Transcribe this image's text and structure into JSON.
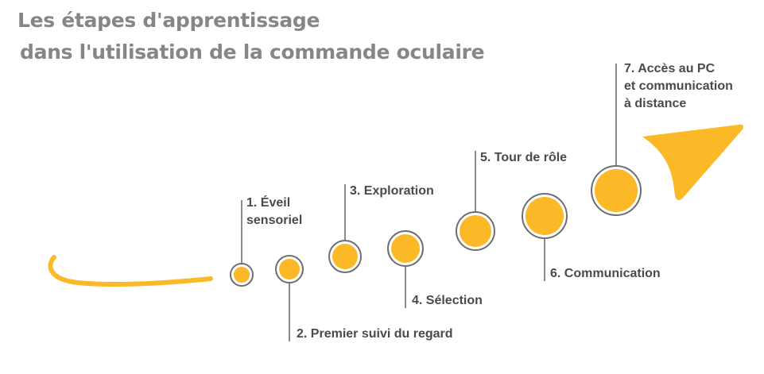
{
  "title": {
    "line1": "Les étapes d'apprentissage",
    "line2": "dans l'utilisation de la commande oculaire"
  },
  "colors": {
    "accent": "#FBB827",
    "ring": "#6e6e6e",
    "title": "#868686",
    "label": "#4a4a4a"
  },
  "steps": [
    {
      "label_lines": [
        "1. Éveil",
        "sensoriel"
      ],
      "position": "above"
    },
    {
      "label_lines": [
        "2. Premier suivi du regard"
      ],
      "position": "below"
    },
    {
      "label_lines": [
        "3. Exploration"
      ],
      "position": "above"
    },
    {
      "label_lines": [
        "4. Sélection"
      ],
      "position": "below"
    },
    {
      "label_lines": [
        "5. Tour de rôle"
      ],
      "position": "above"
    },
    {
      "label_lines": [
        "6. Communication"
      ],
      "position": "below"
    },
    {
      "label_lines": [
        "7. Accès au PC",
        "et communication",
        "à distance"
      ],
      "position": "above"
    }
  ]
}
